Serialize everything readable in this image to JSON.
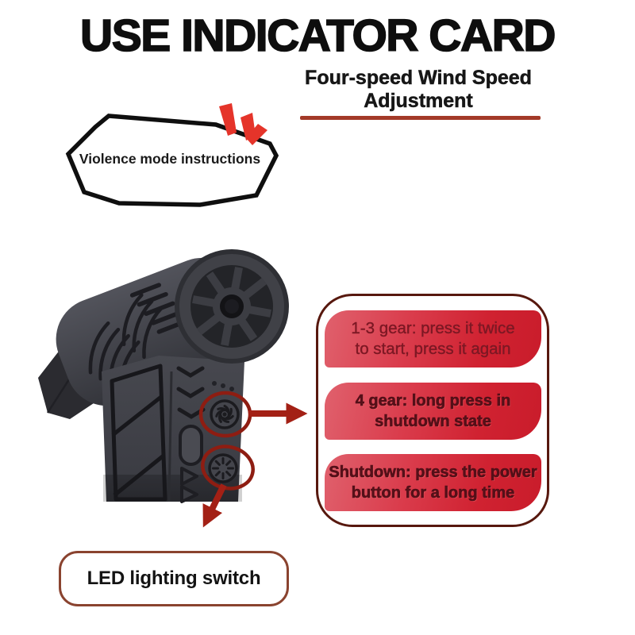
{
  "header": {
    "title": "USE INDICATOR CARD",
    "subtitle_line1": "Four-speed Wind Speed",
    "subtitle_line2": "Adjustment"
  },
  "bubble": {
    "label": "Violence mode instructions"
  },
  "instructions": {
    "items": [
      {
        "line1": "1-3 gear: press it twice",
        "line2": "to start, press it again"
      },
      {
        "line1": "4 gear: long press in",
        "line2": "shutdown state"
      },
      {
        "line1": "Shutdown: press the power",
        "line2": "button for a long time"
      }
    ]
  },
  "led": {
    "label": "LED lighting switch"
  },
  "colors": {
    "instruction_gradient_left": "#e0616d",
    "instruction_gradient_right": "#c91c2b",
    "instruction_text_dark": "#4f0d16",
    "annotation_red": "#a32015",
    "bright_red": "#e5342a",
    "underline_red": "#a33a28",
    "panel_border_maroon": "#57180e",
    "led_border_brown": "#8a432f",
    "device_gray": "#45464c"
  }
}
